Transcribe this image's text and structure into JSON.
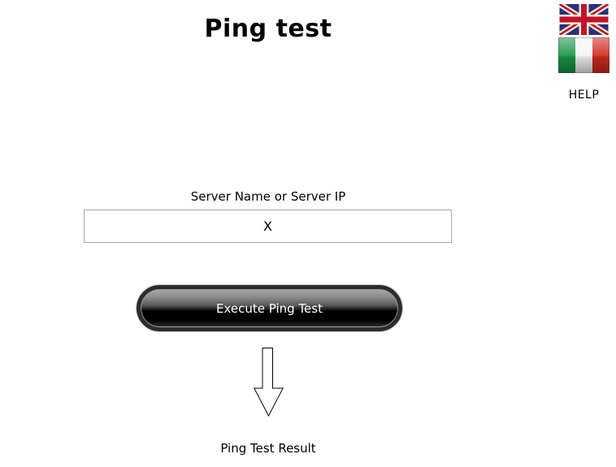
{
  "page": {
    "title": "Ping test"
  },
  "header": {
    "help_label": "HELP",
    "flags": [
      {
        "icon": "union-jack-icon",
        "language": "English"
      },
      {
        "icon": "italy-flag-icon",
        "language": "Italiano"
      }
    ]
  },
  "form": {
    "server_label": "Server Name or Server IP",
    "server_value": "X",
    "execute_button_label": "Execute Ping Test",
    "result_label": "Ping Test Result"
  },
  "icons": {
    "arrow": "down-arrow-icon"
  },
  "colors": {
    "uk_navy": "#2b3077",
    "uk_red": "#c3112d",
    "uk_cream": "#f2edd7",
    "it_green": "#1a9648",
    "it_white": "#f5f5f5",
    "it_red": "#d02b20",
    "button_dark": "#000000",
    "button_light": "#a6a6a6",
    "input_border": "#a9a9a9"
  }
}
